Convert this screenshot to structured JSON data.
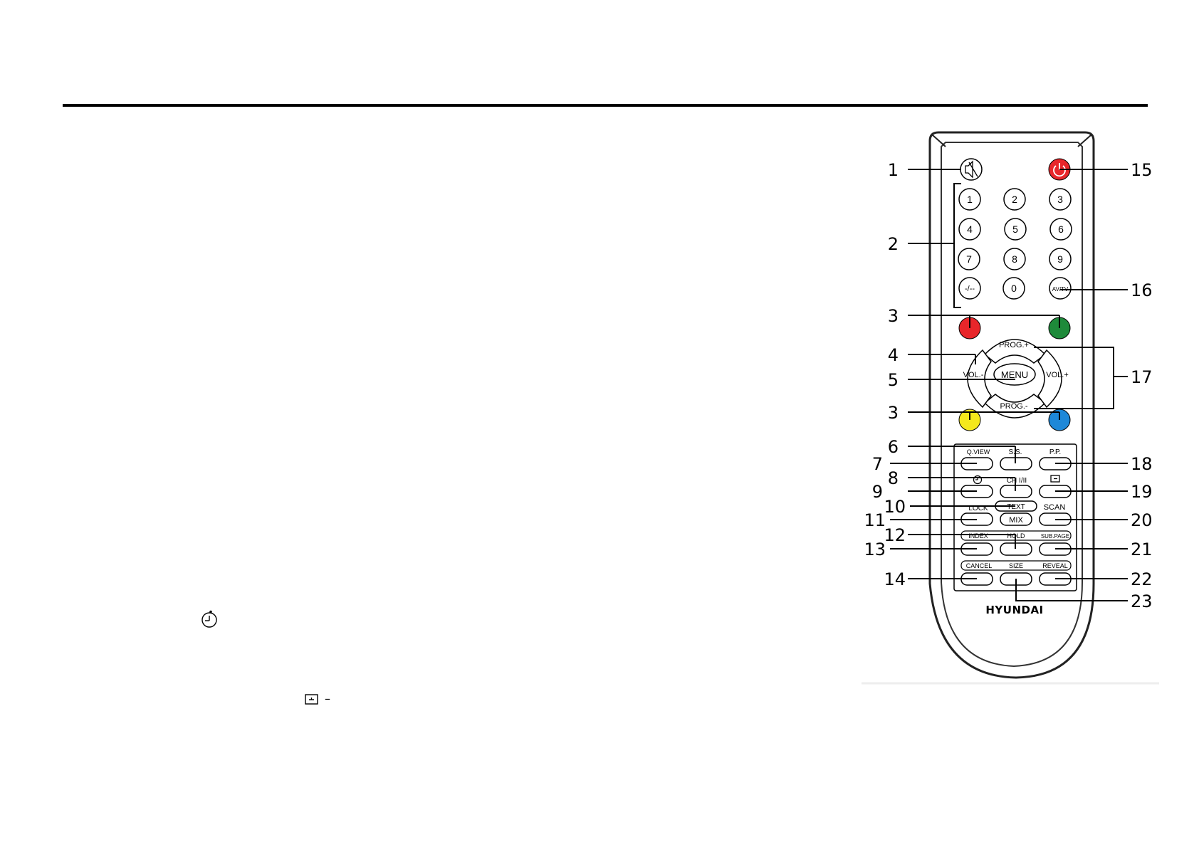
{
  "remote": {
    "brand": "HYUNDAI",
    "buttons": {
      "digits": [
        "1",
        "2",
        "3",
        "4",
        "5",
        "6",
        "7",
        "8",
        "9",
        "-/--",
        "0",
        "AV/TV"
      ],
      "prog_plus": "PROG.+",
      "prog_minus": "PROG.-",
      "vol_minus": "VOL.-",
      "vol_plus": "VOL.+",
      "menu": "MENU",
      "qview": "Q.VIEW",
      "ss": "S.S.",
      "pp": "P.P.",
      "chi": "CH I/II",
      "lock": "LOCK",
      "text": "TEXT",
      "scan": "SCAN",
      "mix": "MIX",
      "index": "INDEX",
      "hold": "HOLD",
      "subpage": "SUB.PAGE",
      "cancel": "CANCEL",
      "size": "SIZE",
      "reveal": "REVEAL"
    }
  },
  "callouts_left": [
    "1",
    "2",
    "3",
    "4",
    "5",
    "3",
    "6",
    "7",
    "8",
    "9",
    "10",
    "11",
    "12",
    "13",
    "14"
  ],
  "callouts_right": [
    "15",
    "16",
    "17",
    "18",
    "19",
    "20",
    "21",
    "22",
    "23"
  ],
  "colors": {
    "red": "#e8262a",
    "green": "#1e8a3a",
    "yellow": "#f4e81c",
    "blue": "#1e88d8",
    "power": "#e8262a"
  },
  "icons": {
    "mute": "mute-icon",
    "power": "power-icon",
    "sleep": "sleep-icon",
    "pip": "pip-icon",
    "subpage_text": "–"
  }
}
